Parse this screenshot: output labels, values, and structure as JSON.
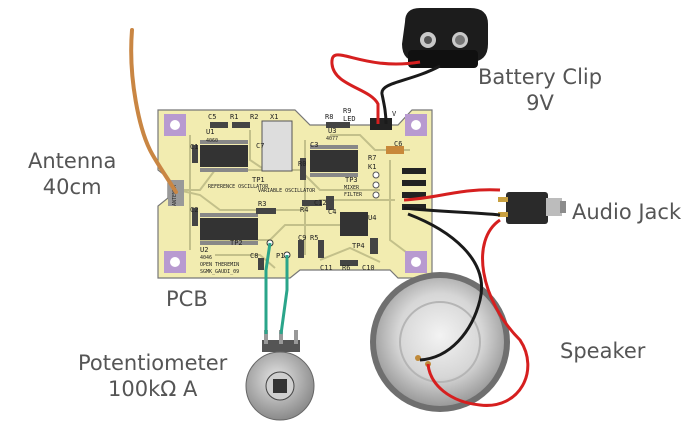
{
  "labels": {
    "antenna": {
      "line1": "Antenna",
      "line2": "40cm"
    },
    "battery": {
      "line1": "Battery Clip",
      "line2": "9V"
    },
    "audio_jack": "Audio Jack",
    "pcb": "PCB",
    "speaker": "Speaker",
    "potentiometer": {
      "line1": "Potentiometer",
      "line2": "100kΩ A"
    }
  },
  "pcb_silkscreen": {
    "refs": [
      "C5",
      "R1",
      "R2",
      "X1",
      "R8",
      "R9",
      "LED",
      "V",
      "U1",
      "C1",
      "C7",
      "TP1",
      "C3",
      "U3",
      "R7",
      "C6",
      "K1",
      "R0",
      "TP3",
      "ANTENNA",
      "C2",
      "R3",
      "R4",
      "C12",
      "C4",
      "U4",
      "TP2",
      "C8",
      "P1",
      "C9",
      "R5",
      "TP4",
      "U2",
      "C11",
      "R6",
      "C10"
    ],
    "part_numbers": {
      "u1": "4060",
      "u3": "4077",
      "u2": "4046"
    },
    "texts": {
      "reference": "REFERENCE OSCILLATOR",
      "variable": "VARIABLE OSCILLATOR",
      "mixer": "MIXER",
      "filter": "FILTER",
      "open": "OPEN THEREMIN",
      "version": "SGMK_GAUDI_09"
    }
  },
  "colors": {
    "board": "#f2ecb0",
    "copper_trace": "#c3c08a",
    "corner_pad": "#b89ad0",
    "antenna_wire": "#c98643",
    "wire_red": "#d61f1f",
    "wire_black": "#1a1a1a",
    "wire_green": "#2aa58a",
    "label": "#555555"
  }
}
